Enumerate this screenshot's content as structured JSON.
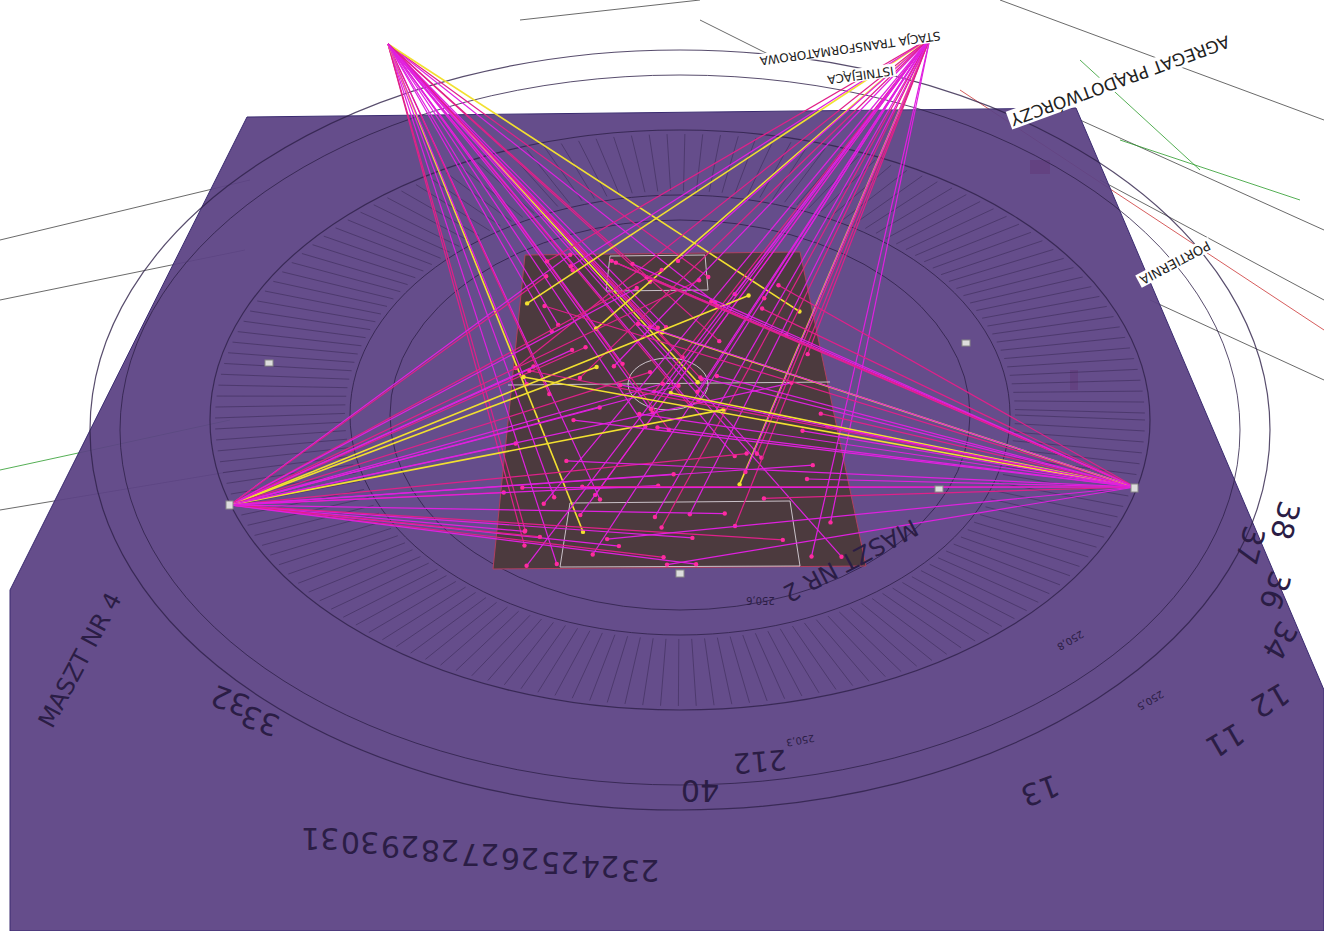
{
  "diagram": {
    "labels": [
      "AGREGAT PRĄDOTWÓRCZY",
      "STACJA TRANSFORMATOROWA",
      "ISTNIEJĄCA",
      "PORTIERNIA",
      "MASZT NR 4",
      "MASZT NR 2",
      "23",
      "24",
      "25",
      "26",
      "27",
      "28",
      "29",
      "30",
      "31",
      "32",
      "33",
      "40",
      "212",
      "13",
      "11",
      "12",
      "34",
      "36",
      "37",
      "38",
      "250,6",
      "250,3",
      "250,5",
      "250,8"
    ]
  }
}
